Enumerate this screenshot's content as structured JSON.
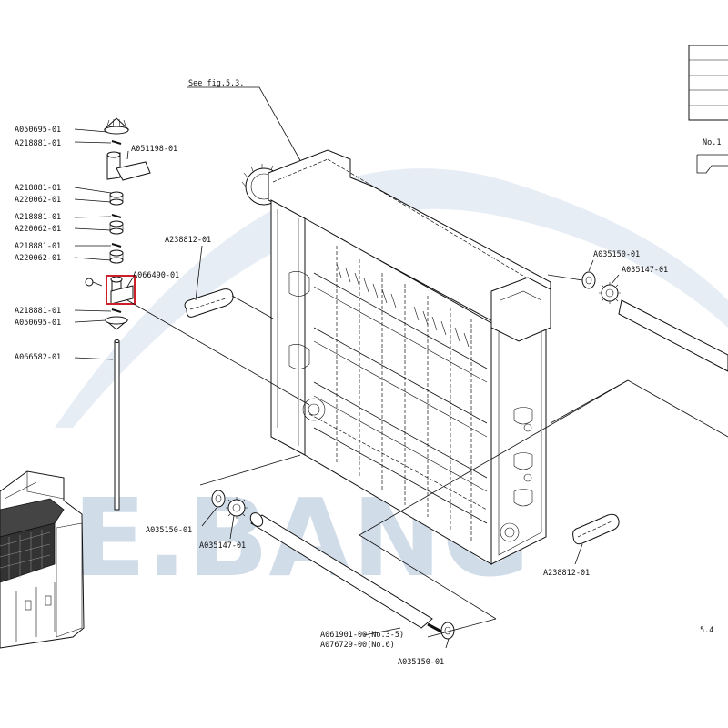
{
  "watermark": {
    "text": "E.BANG",
    "color": "#c9d6e6"
  },
  "highlight_color": "#cc1f2a",
  "page_ref": "5.4",
  "side_label": "No.1",
  "see_fig": "See fig.5.3.",
  "labels": {
    "a050695_top": "A050695-01",
    "a218881_1": "A218881-01",
    "a051198": "A051198-01",
    "a218881_2": "A218881-01",
    "a220062_1": "A220062-01",
    "a218881_3": "A218881-01",
    "a220062_2": "A220062-01",
    "a218881_4": "A218881-01",
    "a220062_3": "A220062-01",
    "a066490": "A066490-01",
    "a218881_5": "A218881-01",
    "a050695_bot": "A050695-01",
    "a066582": "A066582-01",
    "a238812_top": "A238812-01",
    "a035150_right": "A035150-01",
    "a035147_right": "A035147-01",
    "a035150_left": "A035150-01",
    "a035147_left": "A035147-01",
    "a238812_bot": "A238812-01",
    "a061901": "A061901-00(No.3-5)",
    "a076729": "A076729-00(No.6)",
    "a035150_bot": "A035150-01"
  }
}
